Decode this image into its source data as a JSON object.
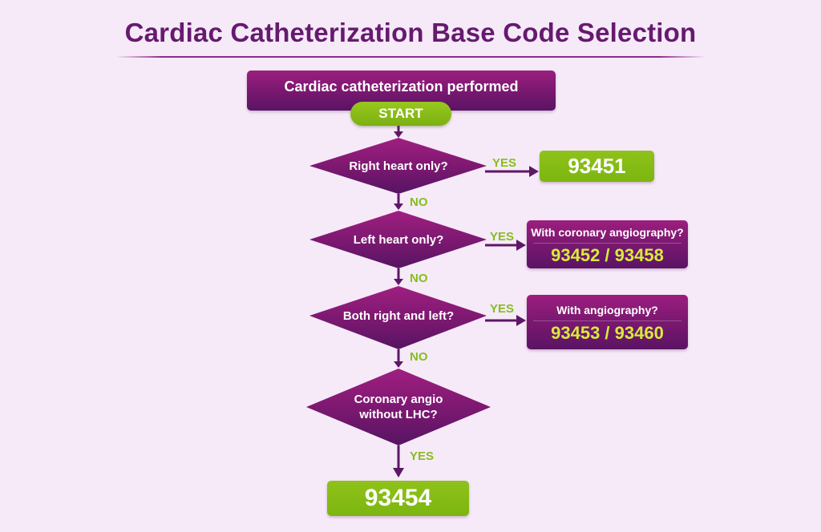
{
  "title": "Cardiac Catheterization Base Code Selection",
  "start_box": {
    "label": "Cardiac catheterization performed",
    "pill": "START"
  },
  "decisions": [
    {
      "question": "Right heart only?",
      "yes": "YES",
      "no": "NO",
      "result": {
        "type": "code",
        "code": "93451"
      }
    },
    {
      "question": "Left heart only?",
      "yes": "YES",
      "no": "NO",
      "result": {
        "type": "sub",
        "question": "With coronary angiography?",
        "codes": "93452 / 93458"
      }
    },
    {
      "question": "Both right and left?",
      "yes": "YES",
      "no": "NO",
      "result": {
        "type": "sub",
        "question": "With angiography?",
        "codes": "93453 / 93460"
      }
    },
    {
      "question_line1": "Coronary angio",
      "question_line2": "without LHC?",
      "yes": "YES",
      "result": {
        "type": "code",
        "code": "93454"
      }
    }
  ],
  "colors": {
    "background": "#f6eaf9",
    "purple": "#7a1870",
    "green": "#7bb60f",
    "accent_text": "#d6ec3a",
    "title": "#661a6e"
  }
}
